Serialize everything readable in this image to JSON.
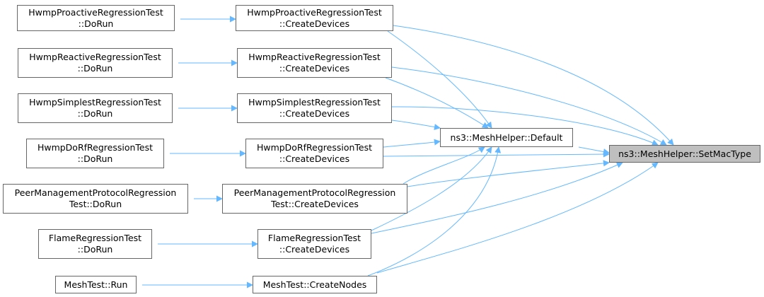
{
  "colors": {
    "edge": "#63b8ff",
    "node_border": "#666666",
    "target_fill": "#bfbfbf"
  },
  "nodes": {
    "target": {
      "line1": "ns3::MeshHelper::SetMacType",
      "line2": ""
    },
    "default": {
      "line1": "ns3::MeshHelper::Default",
      "line2": ""
    },
    "proactive_cd": {
      "line1": "HwmpProactiveRegressionTest",
      "line2": "::CreateDevices"
    },
    "reactive_cd": {
      "line1": "HwmpReactiveRegressionTest",
      "line2": "::CreateDevices"
    },
    "simplest_cd": {
      "line1": "HwmpSimplestRegressionTest",
      "line2": "::CreateDevices"
    },
    "dorf_cd": {
      "line1": "HwmpDoRfRegressionTest",
      "line2": "::CreateDevices"
    },
    "peer_cd": {
      "line1": "PeerManagementProtocolRegression",
      "line2": "Test::CreateDevices"
    },
    "flame_cd": {
      "line1": "FlameRegressionTest",
      "line2": "::CreateDevices"
    },
    "meshtest_cn": {
      "line1": "MeshTest::CreateNodes",
      "line2": ""
    },
    "proactive_run": {
      "line1": "HwmpProactiveRegressionTest",
      "line2": "::DoRun"
    },
    "reactive_run": {
      "line1": "HwmpReactiveRegressionTest",
      "line2": "::DoRun"
    },
    "simplest_run": {
      "line1": "HwmpSimplestRegressionTest",
      "line2": "::DoRun"
    },
    "dorf_run": {
      "line1": "HwmpDoRfRegressionTest",
      "line2": "::DoRun"
    },
    "peer_run": {
      "line1": "PeerManagementProtocolRegression",
      "line2": "Test::DoRun"
    },
    "flame_run": {
      "line1": "FlameRegressionTest",
      "line2": "::DoRun"
    },
    "meshtest_run": {
      "line1": "MeshTest::Run",
      "line2": ""
    }
  }
}
